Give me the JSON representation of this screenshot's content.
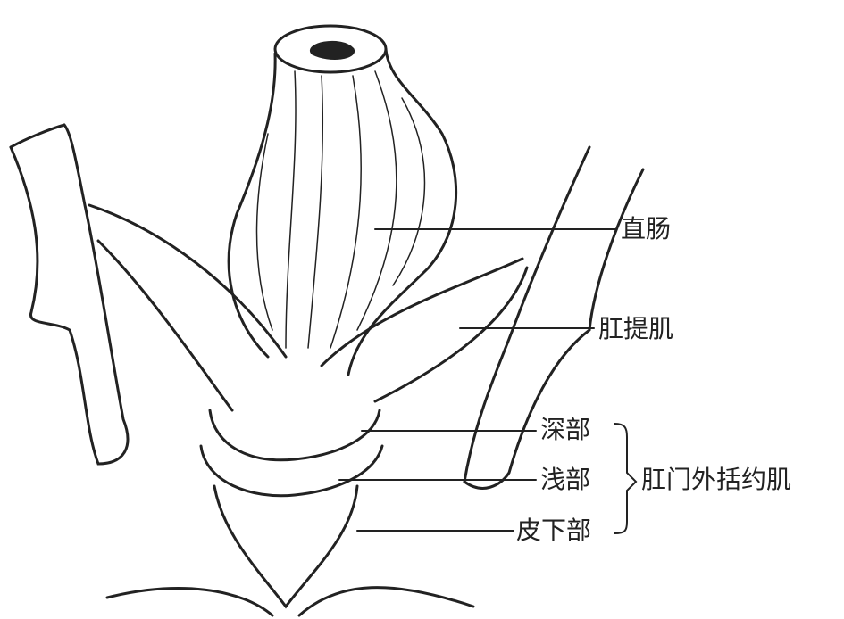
{
  "figure": {
    "subject": "Rectum and anal sphincter anatomy",
    "colors": {
      "ink": "#222222",
      "background": "#ffffff"
    }
  },
  "labels": {
    "rectum": "直肠",
    "levator_ani": "肛提肌",
    "deep_part": "深部",
    "superficial_part": "浅部",
    "subcutaneous_part": "皮下部",
    "external_sphincter": "肛门外括约肌"
  }
}
